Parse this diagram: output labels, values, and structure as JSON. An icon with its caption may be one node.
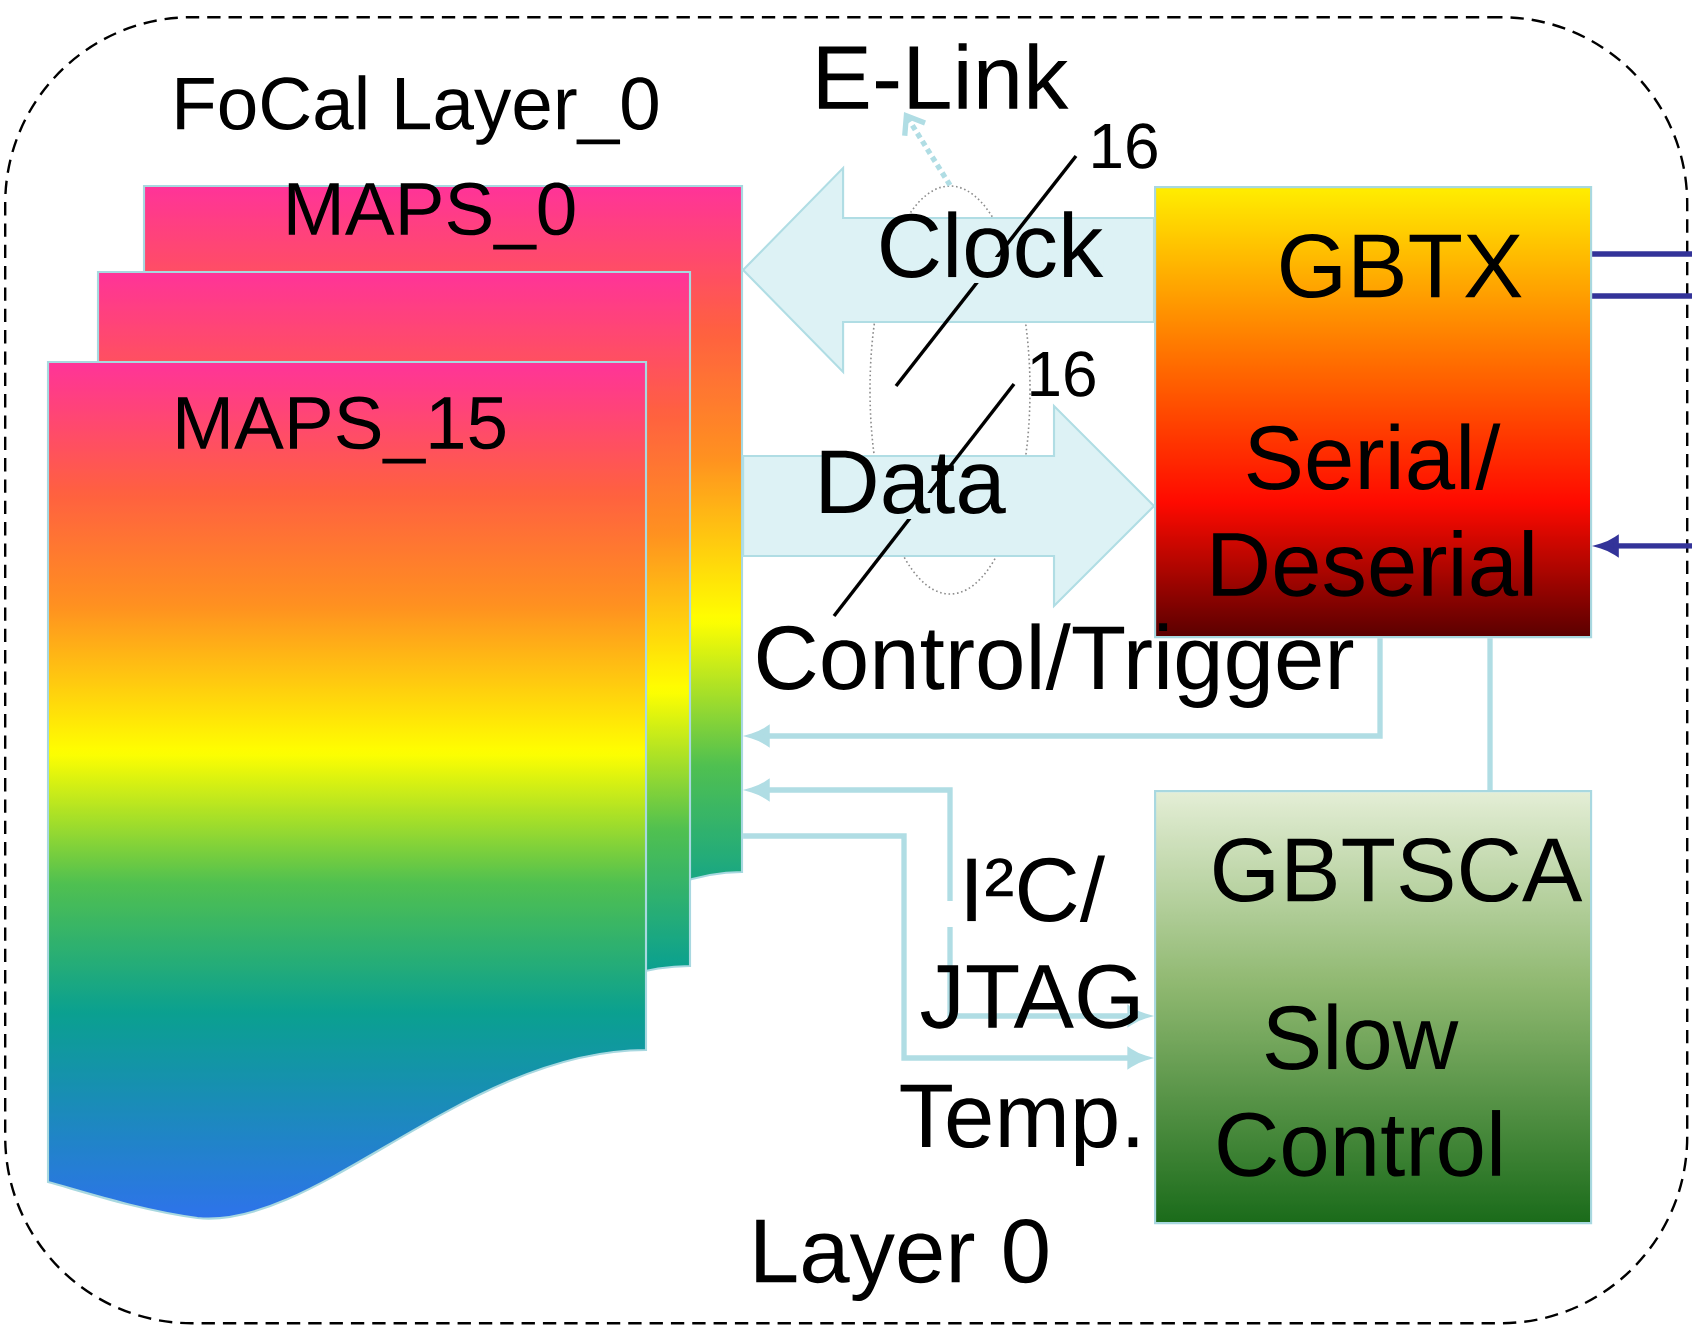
{
  "diagram": {
    "nodes": [
      {
        "text": [
          "Layer 0"
        ]
      },
      {
        "text": [
          "MAPS_0"
        ],
        "in": 0
      },
      {
        "text": [],
        "shape": "box",
        "in": 0
      },
      {
        "text": [
          "MAPS_15"
        ],
        "in": 0
      },
      {
        "text": [
          "GBTX",
          "Serial/ Deserial"
        ],
        "in": 0
      },
      {
        "text": [
          "GBTSCA",
          "Slow Control"
        ],
        "in": 0
      },
      {
        "text": [
          "E-Link"
        ],
        "in": 0
      },
      {
        "text": [],
        "shape": "ellipse",
        "in": 0
      }
    ],
    "edges": [
      {
        "from": 4,
        "to": 1,
        "arrow": "to",
        "label": "Clock"
      },
      {
        "from": 1,
        "to": 4,
        "arrow": "to",
        "label": "Data"
      },
      {
        "from": 4,
        "to": 1,
        "arrow": "to",
        "label": "Control/Trigger"
      },
      {
        "from": 5,
        "to": 1,
        "arrow": "both",
        "label": "I²C/ JTAG"
      },
      {
        "from": 1,
        "to": 5,
        "arrow": "to",
        "label": "Temp."
      },
      {
        "from": 4,
        "to": 5,
        "arrow": "none",
        "color": "#b0dde4"
      },
      {
        "from": 4,
        "to": null,
        "arrow": "none",
        "color": "#333399"
      },
      {
        "from": 4,
        "to": null,
        "arrow": "none",
        "color": "#333399"
      },
      {
        "from": null,
        "to": 4,
        "arrow": "to",
        "color": "#333399"
      },
      {
        "from": 7,
        "to": 6,
        "arrow": "to",
        "style": "dashed",
        "color": "#b0dde4"
      }
    ],
    "labels": [
      "FoCal Layer_0",
      "16",
      "16"
    ]
  }
}
